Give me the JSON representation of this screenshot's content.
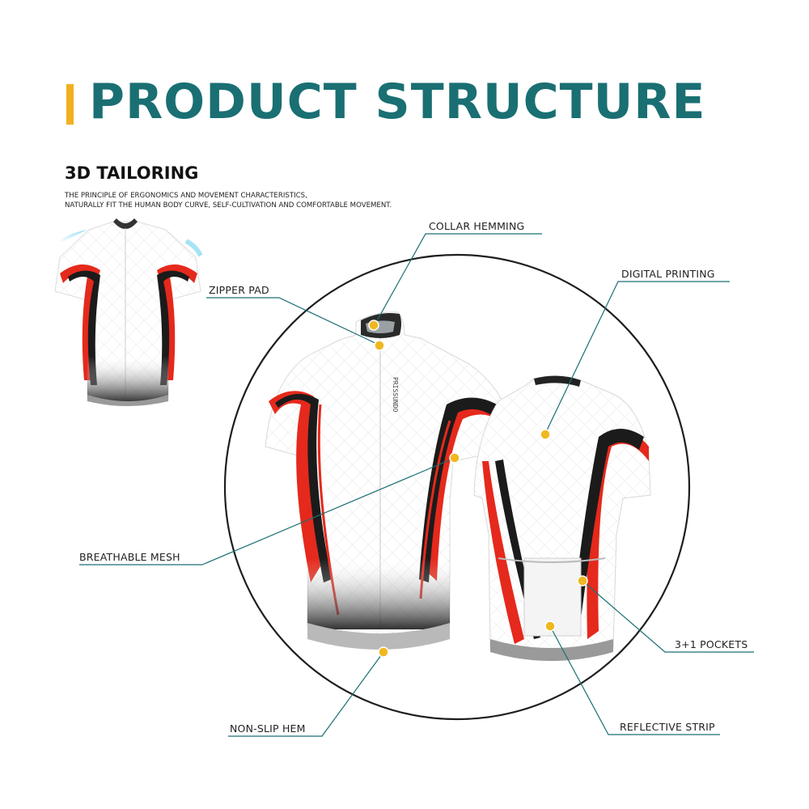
{
  "header": {
    "title": "PRODUCT STRUCTURE",
    "accent_color": "#f2b01e",
    "title_color": "#1a6f73"
  },
  "intro": {
    "heading": "3D TAILORING",
    "lines": [
      "THE PRINCIPLE OF ERGONOMICS AND MOVEMENT CHARACTERISTICS,",
      "NATURALLY FIT THE HUMAN BODY CURVE, SELF-CULTIVATION AND COMFORTABLE MOVEMENT."
    ]
  },
  "callouts": {
    "collar_hemming": "COLLAR HEMMING",
    "zipper_pad": "ZIPPER PAD",
    "digital_printing": "DIGITAL PRINTING",
    "breathable_mesh": "BREATHABLE MESH",
    "pockets": "3+1 POCKETS",
    "non_slip_hem": "NON-SLIP HEM",
    "reflective_strip": "REFLECTIVE STRIP"
  },
  "colors": {
    "jersey_red": "#e5291c",
    "jersey_black": "#1b1b1b",
    "line_teal": "#1a6f73",
    "marker_gold": "#f0b820"
  }
}
